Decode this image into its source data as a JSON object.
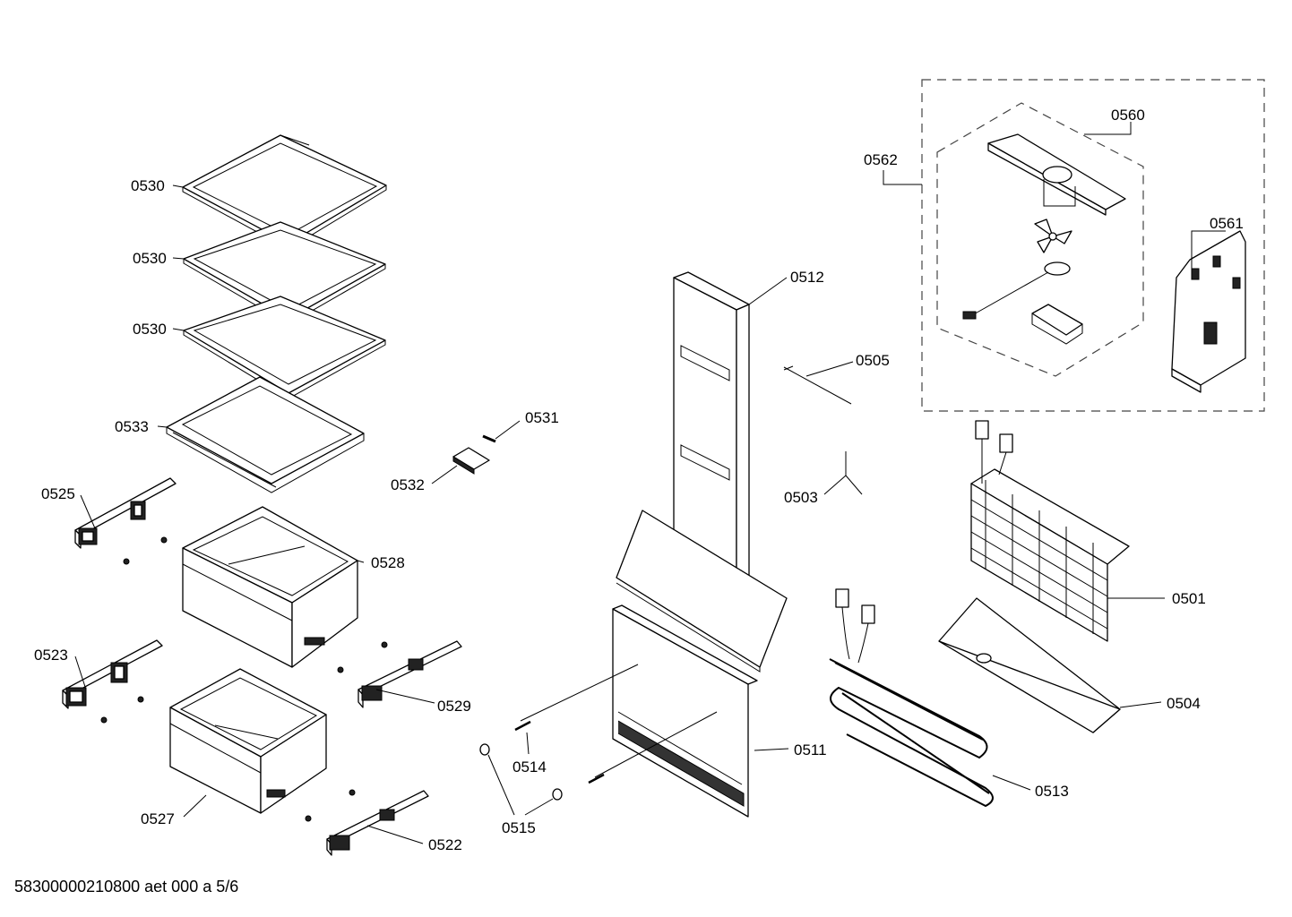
{
  "labels": {
    "l0530a": "0530",
    "l0530b": "0530",
    "l0530c": "0530",
    "l0533": "0533",
    "l0525": "0525",
    "l0528": "0528",
    "l0523": "0523",
    "l0529": "0529",
    "l0527": "0527",
    "l0522": "0522",
    "l0531": "0531",
    "l0532": "0532",
    "l0512": "0512",
    "l0505": "0505",
    "l0503": "0503",
    "l0511": "0511",
    "l0514": "0514",
    "l0515": "0515",
    "l0513": "0513",
    "l0501": "0501",
    "l0504": "0504",
    "l0560": "0560",
    "l0561": "0561",
    "l0562": "0562"
  },
  "footer": "58300000210800 aet 000 a 5/6"
}
